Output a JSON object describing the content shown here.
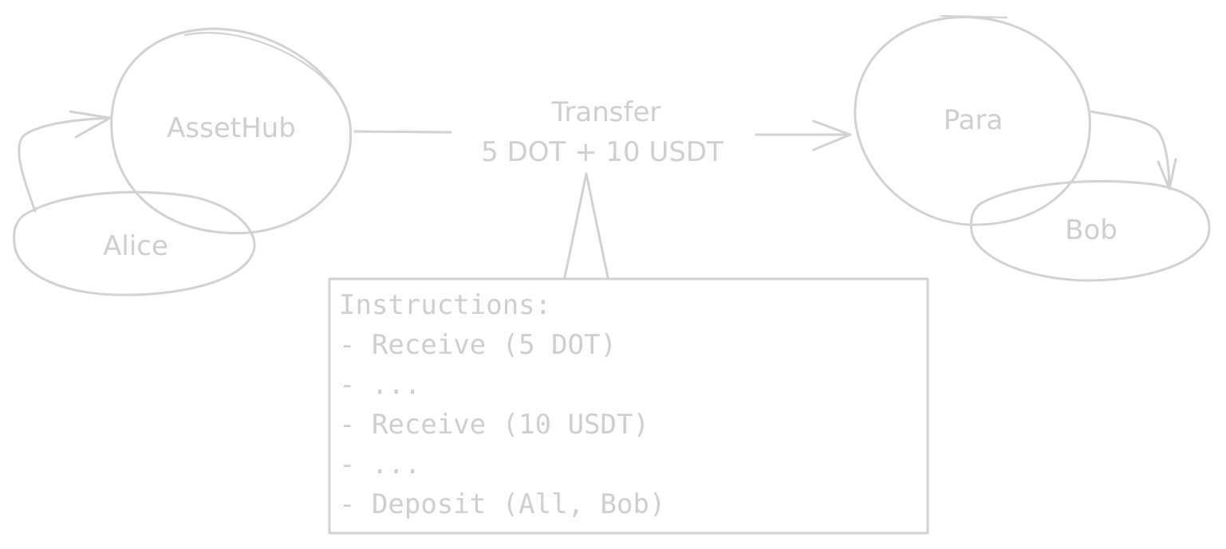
{
  "nodes": {
    "assethub": "AssetHub",
    "alice": "Alice",
    "para": "Para",
    "bob": "Bob"
  },
  "transfer": {
    "title": "Transfer",
    "amount": "5 DOT + 10 USDT"
  },
  "instructions": {
    "heading": "Instructions:",
    "lines": [
      "- Receive (5 DOT)",
      "- ...",
      "- Receive (10 USDT)",
      "- ...",
      "- Deposit (All, Bob)"
    ]
  },
  "colors": {
    "stroke": "#d2d2d2",
    "text": "#cfcfcf",
    "background": "#ffffff"
  }
}
